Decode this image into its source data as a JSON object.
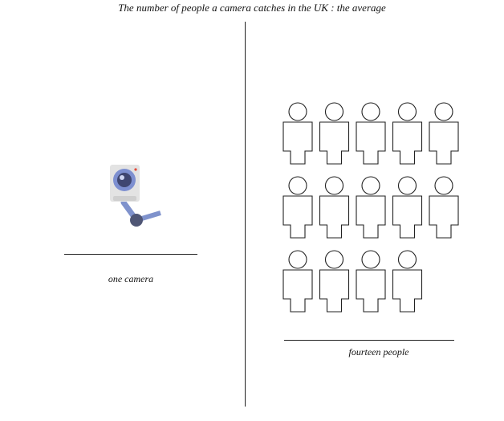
{
  "title": "The number of people a camera catches in the UK : the average",
  "left_panel": {
    "icon": "security-camera-icon",
    "caption": "one camera",
    "count": 1
  },
  "right_panel": {
    "icon": "person-icon",
    "caption": "fourteen people",
    "count": 14,
    "per_row": 5
  },
  "colors": {
    "camera_body": "#e3e3e3",
    "camera_lens_outer": "#7d8fd0",
    "camera_lens_inner": "#3f4670",
    "camera_arm": "#7f92cc",
    "camera_joint": "#4f5675",
    "camera_led": "#e24a3b",
    "line": "#222222"
  }
}
